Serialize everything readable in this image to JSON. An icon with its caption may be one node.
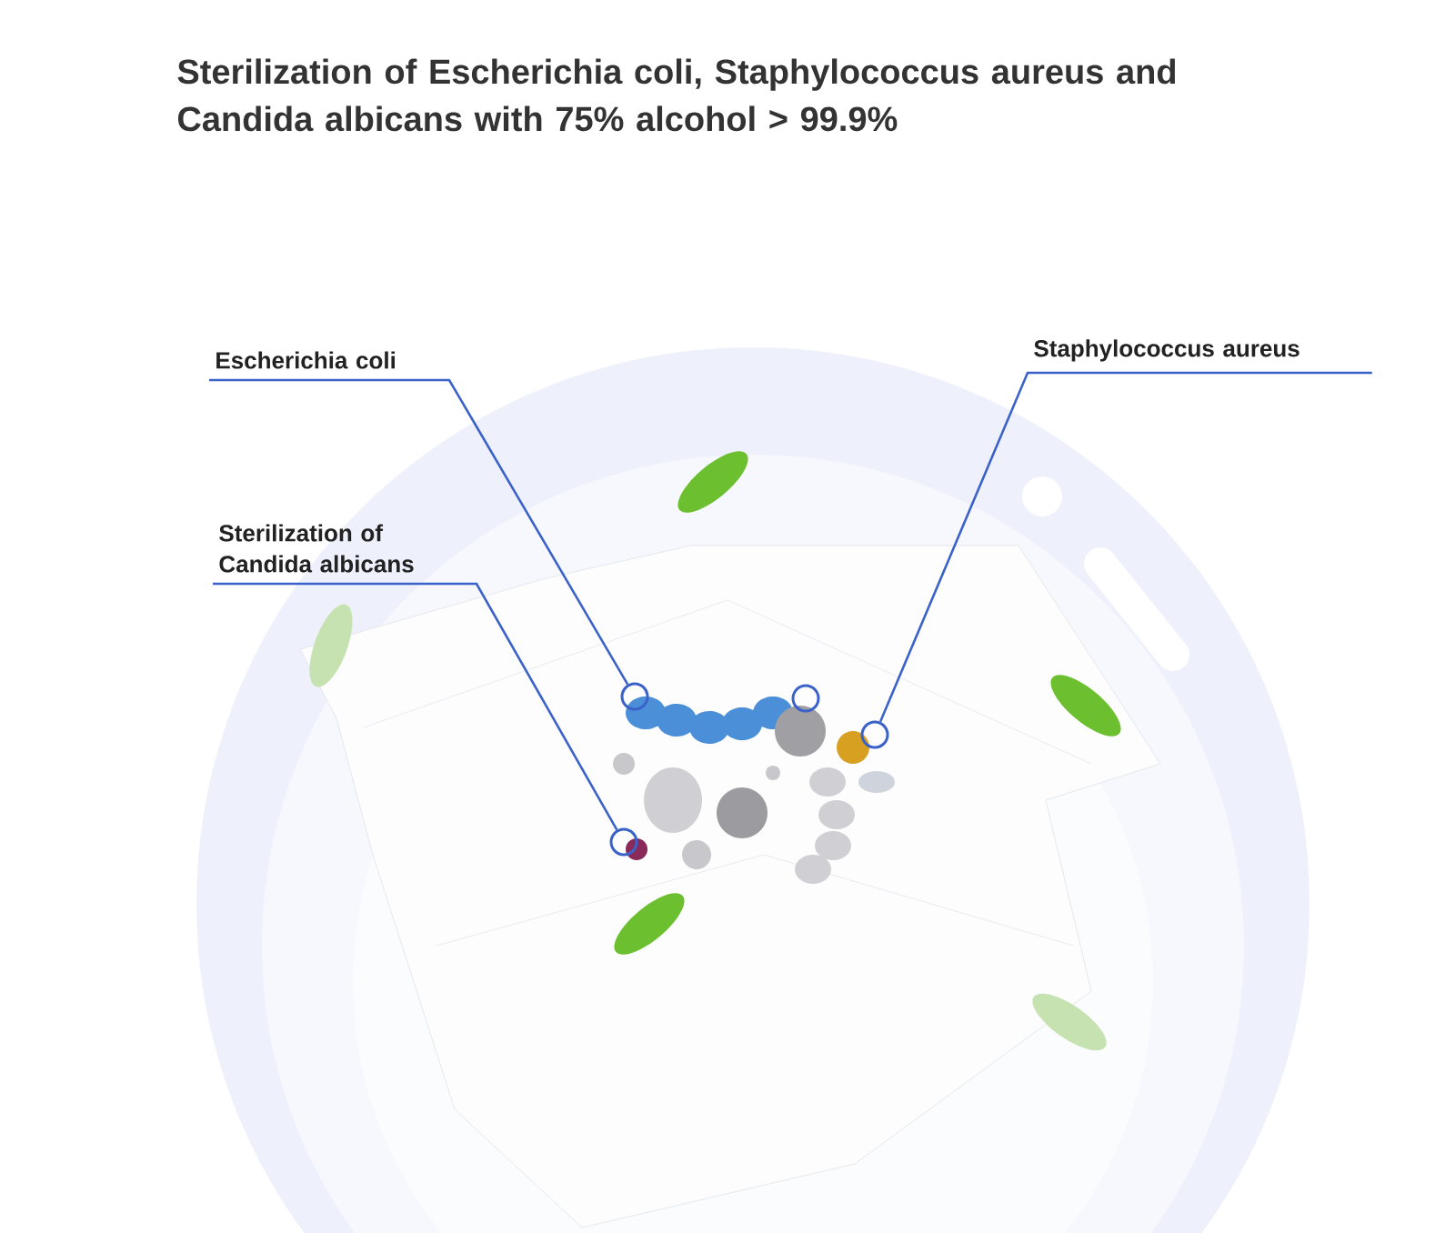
{
  "diagram": {
    "title": "Sterilization of Escherichia coli, Staphylococcus aureus and Candida albicans with 75% alcohol > 99.9%",
    "nodes": [
      {
        "text": [
          "Escherichia coli"
        ]
      },
      {
        "text": [
          "Staphylococcus aureus"
        ]
      },
      {
        "text": [
          "Sterilization of Candida albicans"
        ]
      },
      {
        "text": [],
        "shape": "circle"
      },
      {
        "text": [],
        "shape": "circle"
      },
      {
        "text": [],
        "shape": "circle"
      },
      {
        "text": [],
        "shape": "circle"
      }
    ],
    "edges": [
      {
        "from": 0,
        "to": 3,
        "arrow": "none"
      },
      {
        "from": 1,
        "to": 5,
        "arrow": "none"
      },
      {
        "from": 2,
        "to": 6,
        "arrow": "none"
      }
    ]
  }
}
